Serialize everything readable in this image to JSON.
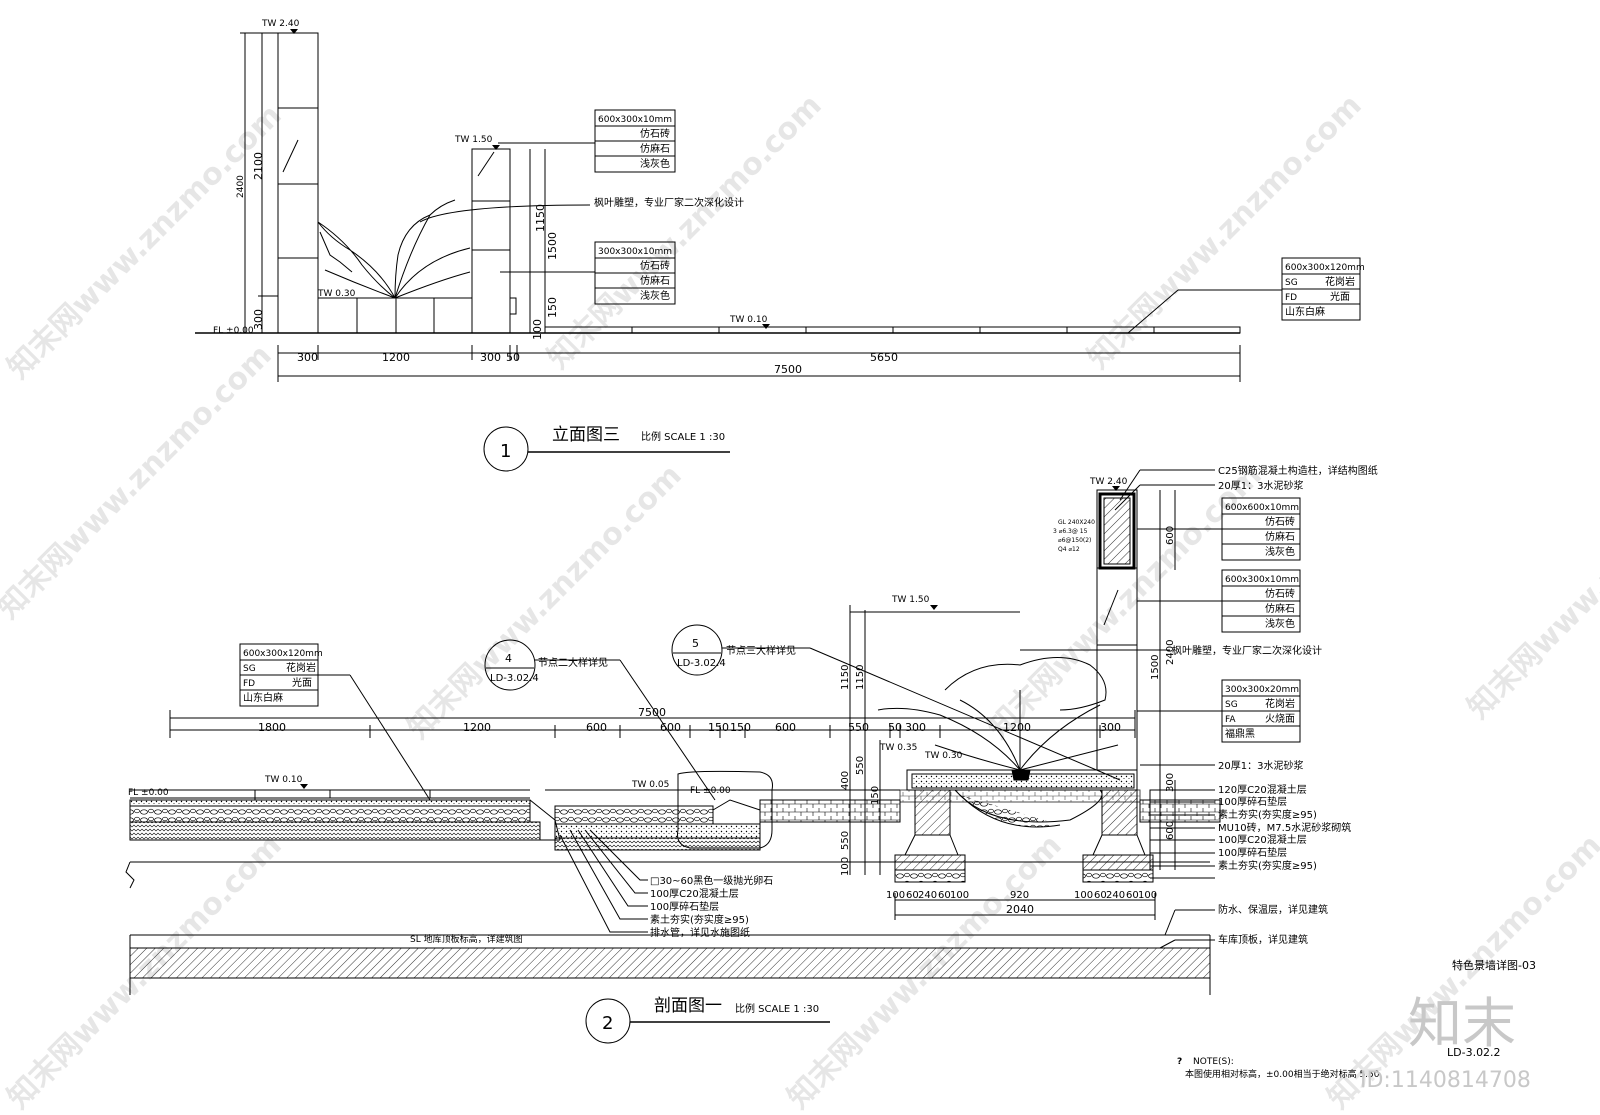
{
  "drawing1": {
    "number": "1",
    "title": "立面图三",
    "scale": "比例 SCALE 1 :30",
    "levels": [
      "TW 2.40",
      "TW 1.50",
      "TW 0.30",
      "TW 0.10",
      "FL ±0.00"
    ],
    "dims_bottom": [
      "300",
      "1200",
      "300",
      "50",
      "5650",
      "7500"
    ],
    "dims_vertical": [
      "2400",
      "2100",
      "300",
      "1150",
      "1500",
      "100",
      "150"
    ],
    "callout_a": [
      "600x300x10mm",
      "仿石砖",
      "仿麻石",
      "浅灰色"
    ],
    "callout_b": [
      "300x300x10mm",
      "仿石砖",
      "仿麻石",
      "浅灰色"
    ],
    "callout_c": [
      "600x300x120mm",
      "SG",
      "花岗岩",
      "FD",
      "光面",
      "山东白麻"
    ],
    "sculpture_note": "枫叶雕塑，专业厂家二次深化设计"
  },
  "drawing2": {
    "number": "2",
    "title": "剖面图一",
    "scale": "比例 SCALE 1 :30",
    "levels": [
      "FL ±0.00",
      "TW 0.10",
      "TW 0.05",
      "FL ±0.00",
      "TW 0.35",
      "TW 0.30",
      "TW 1.50",
      "TW 2.40"
    ],
    "callout_left": [
      "600x300x120mm",
      "SG",
      "花岗岩",
      "FD",
      "光面",
      "山东白麻"
    ],
    "detail4": {
      "num": "4",
      "ref": "LD-3.02.4",
      "text": "节点二大样详见"
    },
    "detail5": {
      "num": "5",
      "ref": "LD-3.02.4",
      "text": "节点三大样详见"
    },
    "dims_top": [
      "7500",
      "1800",
      "1200",
      "600",
      "600",
      "150",
      "150",
      "600",
      "550",
      "50",
      "300",
      "1200",
      "300"
    ],
    "dims_vertical": [
      "1150",
      "1150",
      "400",
      "550",
      "550",
      "100",
      "150",
      "1500",
      "2400",
      "600",
      "300",
      "600"
    ],
    "dims_bottom": [
      "100",
      "60",
      "240",
      "60",
      "100",
      "920",
      "100",
      "60",
      "240",
      "60",
      "100",
      "2040"
    ],
    "layers_left": [
      "□30~60黑色一级抛光卵石",
      "100厚C20混凝土层",
      "100厚碎石垫层",
      "素土夯实(夯实度≥95)",
      "排水管，详见水施图纸"
    ],
    "right_top_notes": [
      "C25钢筋混凝土构造柱，详结构图纸",
      "20厚1：3水泥砂浆"
    ],
    "callout_r1": [
      "600x600x10mm",
      "仿石砖",
      "仿麻石",
      "浅灰色"
    ],
    "callout_r2": [
      "600x300x10mm",
      "仿石砖",
      "仿麻石",
      "浅灰色"
    ],
    "callout_r3": [
      "300x300x20mm",
      "SG",
      "花岗岩",
      "FA",
      "火烧面",
      "福鼎黑"
    ],
    "sculpture_note": "枫叶雕塑，专业厂家二次深化设计",
    "column_detail": [
      "GL 240X240",
      "3 ⌀6.3@ 15",
      "⌀6@150(2)",
      "Q4 ⌀12"
    ],
    "layers_right": [
      "20厚1：3水泥砂浆",
      "120厚C20混凝土层",
      "100厚碎石垫层",
      "素土夯实(夯实度≥95)",
      "MU10砖，M7.5水泥砂浆砌筑",
      "100厚C20混凝土层",
      "100厚碎石垫层",
      "素土夯实(夯实度≥95)"
    ],
    "bottom_notes": [
      "防水、保温层，详见建筑",
      "车库顶板，详见建筑"
    ],
    "sl_note": "SL 地库顶板标高，详建筑图"
  },
  "sheet": {
    "title": "特色景墙详图-03",
    "number": "LD-3.02.2",
    "notes_heading": "NOTE(S):",
    "notes_text": "本图使用相对标高，±0.00相当于绝对标高 5.50",
    "logo": "知末",
    "id": "ID:1140814708",
    "watermark": "知末网www.znzmo.com"
  }
}
